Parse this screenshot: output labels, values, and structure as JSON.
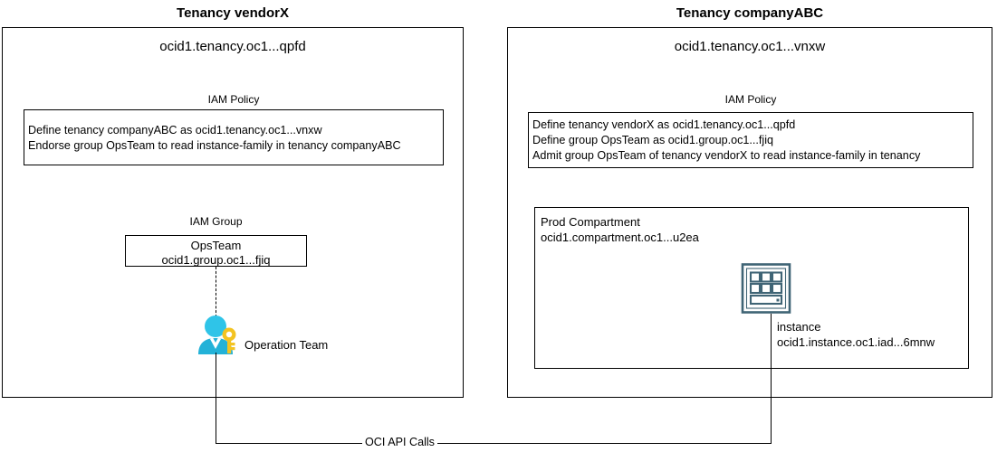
{
  "diagram": {
    "left_panel": {
      "title": "Tenancy vendorX",
      "ocid": "ocid1.tenancy.oc1...qpfd",
      "policy_label": "IAM Policy",
      "policy_lines": [
        "Define tenancy companyABC as ocid1.tenancy.oc1...vnxw",
        "Endorse group OpsTeam to read instance-family in tenancy companyABC"
      ],
      "group_label": "IAM Group",
      "group_name": "OpsTeam",
      "group_ocid": "ocid1.group.oc1...fjiq",
      "actor_icon": "user-key-icon",
      "actor_label": "Operation Team"
    },
    "right_panel": {
      "title": "Tenancy companyABC",
      "ocid": "ocid1.tenancy.oc1...vnxw",
      "policy_label": "IAM Policy",
      "policy_lines": [
        "Define tenancy vendorX as ocid1.tenancy.oc1...qpfd",
        "Define group OpsTeam as ocid1.group.oc1...fjiq",
        "Admit group OpsTeam of tenancy vendorX to read instance-family in tenancy"
      ],
      "compartment_name": "Prod Compartment",
      "compartment_ocid": "ocid1.compartment.oc1...u2ea",
      "instance_icon": "compute-instance-icon",
      "instance_label": "instance",
      "instance_ocid": "ocid1.instance.oc1.iad...6mnw"
    },
    "connector": {
      "label": "OCI API Calls"
    },
    "colors": {
      "stroke": "#000000",
      "instance_icon": "#3f6475",
      "person_body": "#29b6dd",
      "person_head": "#2fc0e4",
      "key": "#f5c22b",
      "background": "#ffffff"
    }
  }
}
